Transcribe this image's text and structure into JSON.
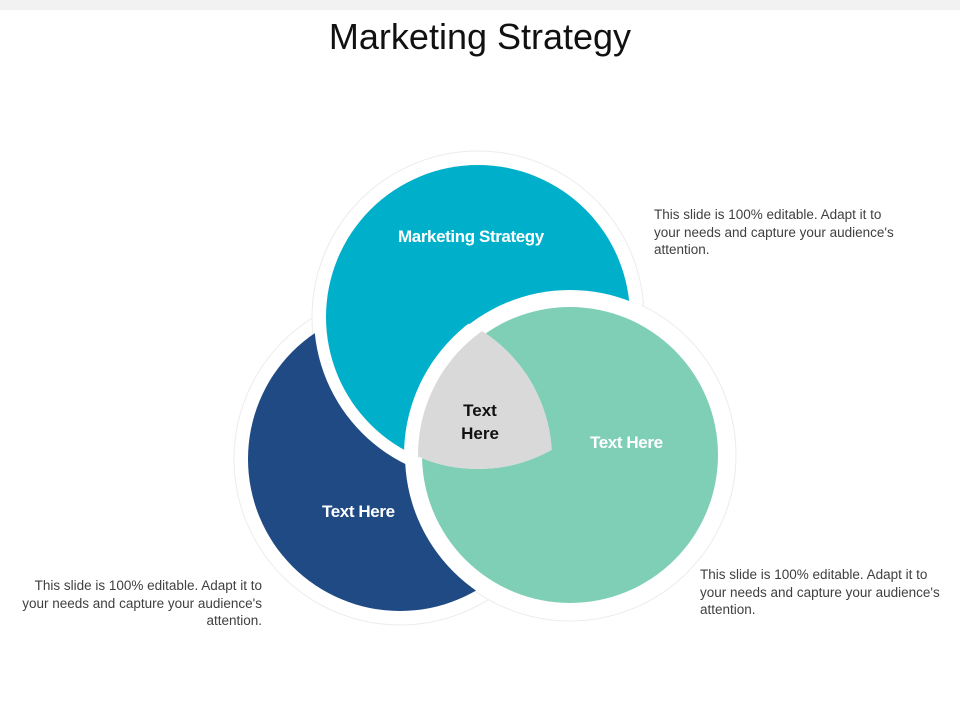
{
  "title": "Marketing Strategy",
  "circles": {
    "top": {
      "label": "Marketing Strategy",
      "color": "#00b0ca"
    },
    "left": {
      "label": "Text Here",
      "color": "#1f4a84"
    },
    "right": {
      "label": "Text Here",
      "color": "#7fcfb6"
    },
    "center": {
      "label": "Text Here",
      "color": "#d9d9d9"
    }
  },
  "descriptions": {
    "top_right": "This slide is 100% editable. Adapt it to your needs and capture your audience's attention.",
    "bottom_left": "This slide is 100% editable. Adapt it to your needs and capture your audience's attention.",
    "bottom_right": "This slide is 100% editable. Adapt it to your needs and capture your audience's attention."
  }
}
